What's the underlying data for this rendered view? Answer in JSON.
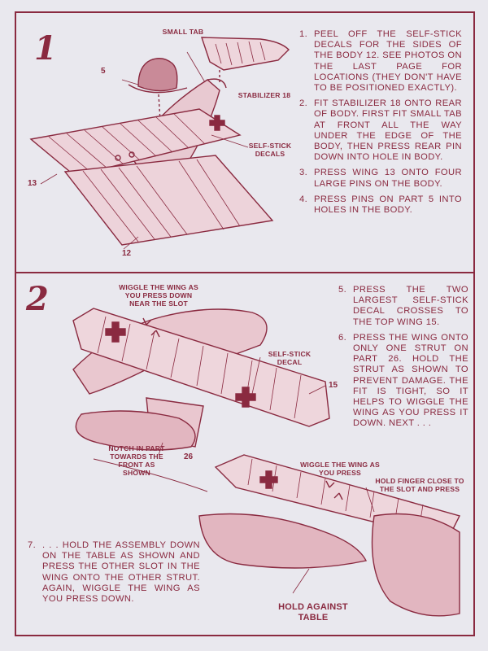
{
  "panel1": {
    "step_number": "1",
    "instructions": [
      {
        "n": "1.",
        "text": "PEEL OFF THE SELF-STICK DECALS FOR THE SIDES OF THE BODY 12. SEE PHOTOS ON THE LAST PAGE FOR LOCATIONS (THEY DON'T HAVE TO BE POSITIONED EXACTLY)."
      },
      {
        "n": "2.",
        "text": "FIT STABILIZER 18 ONTO REAR OF BODY. FIRST FIT SMALL TAB AT FRONT ALL THE WAY UNDER THE EDGE OF THE BODY, THEN PRESS REAR PIN DOWN INTO HOLE IN BODY."
      },
      {
        "n": "3.",
        "text": "PRESS WING 13 ONTO FOUR LARGE PINS ON THE BODY."
      },
      {
        "n": "4.",
        "text": "PRESS PINS ON PART 5 INTO HOLES IN THE BODY."
      }
    ],
    "callouts": {
      "small_tab": "SMALL TAB",
      "stabilizer": "STABILIZER 18",
      "decals": "SELF-STICK DECALS"
    },
    "parts": {
      "p5": "5",
      "p13": "13",
      "p12": "12"
    }
  },
  "panel2": {
    "step_number": "2",
    "instructions": [
      {
        "n": "5.",
        "text": "PRESS THE TWO LARGEST SELF-STICK DECAL CROSSES TO THE TOP WING 15."
      },
      {
        "n": "6.",
        "text": "PRESS THE WING ONTO ONLY ONE STRUT ON PART 26. HOLD THE STRUT AS SHOWN TO PREVENT DAMAGE. THE FIT IS TIGHT, SO IT HELPS TO WIGGLE THE WING AS YOU PRESS IT DOWN. NEXT . . ."
      }
    ],
    "final_instruction": {
      "n": "7.",
      "text": ". . . HOLD THE ASSEMBLY DOWN ON THE TABLE AS SHOWN AND PRESS THE OTHER SLOT IN THE WING ONTO THE OTHER STRUT. AGAIN, WIGGLE THE WING AS YOU PRESS DOWN."
    },
    "callouts": {
      "wiggle_slot_a": "WIGGLE THE WING AS YOU PRESS DOWN",
      "wiggle_slot_b": "NEAR THE SLOT",
      "decal": "SELF-STICK DECAL",
      "notch": "NOTCH IN PART TOWARDS THE FRONT AS SHOWN",
      "wiggle_press": "WIGGLE THE WING AS YOU PRESS",
      "hold_finger": "HOLD FINGER CLOSE TO THE SLOT AND PRESS",
      "hold_table": "HOLD AGAINST TABLE"
    },
    "parts": {
      "p15": "15",
      "p26": "26"
    }
  },
  "colors": {
    "ink": "#8a2a40",
    "paper": "#e9e8ee"
  }
}
